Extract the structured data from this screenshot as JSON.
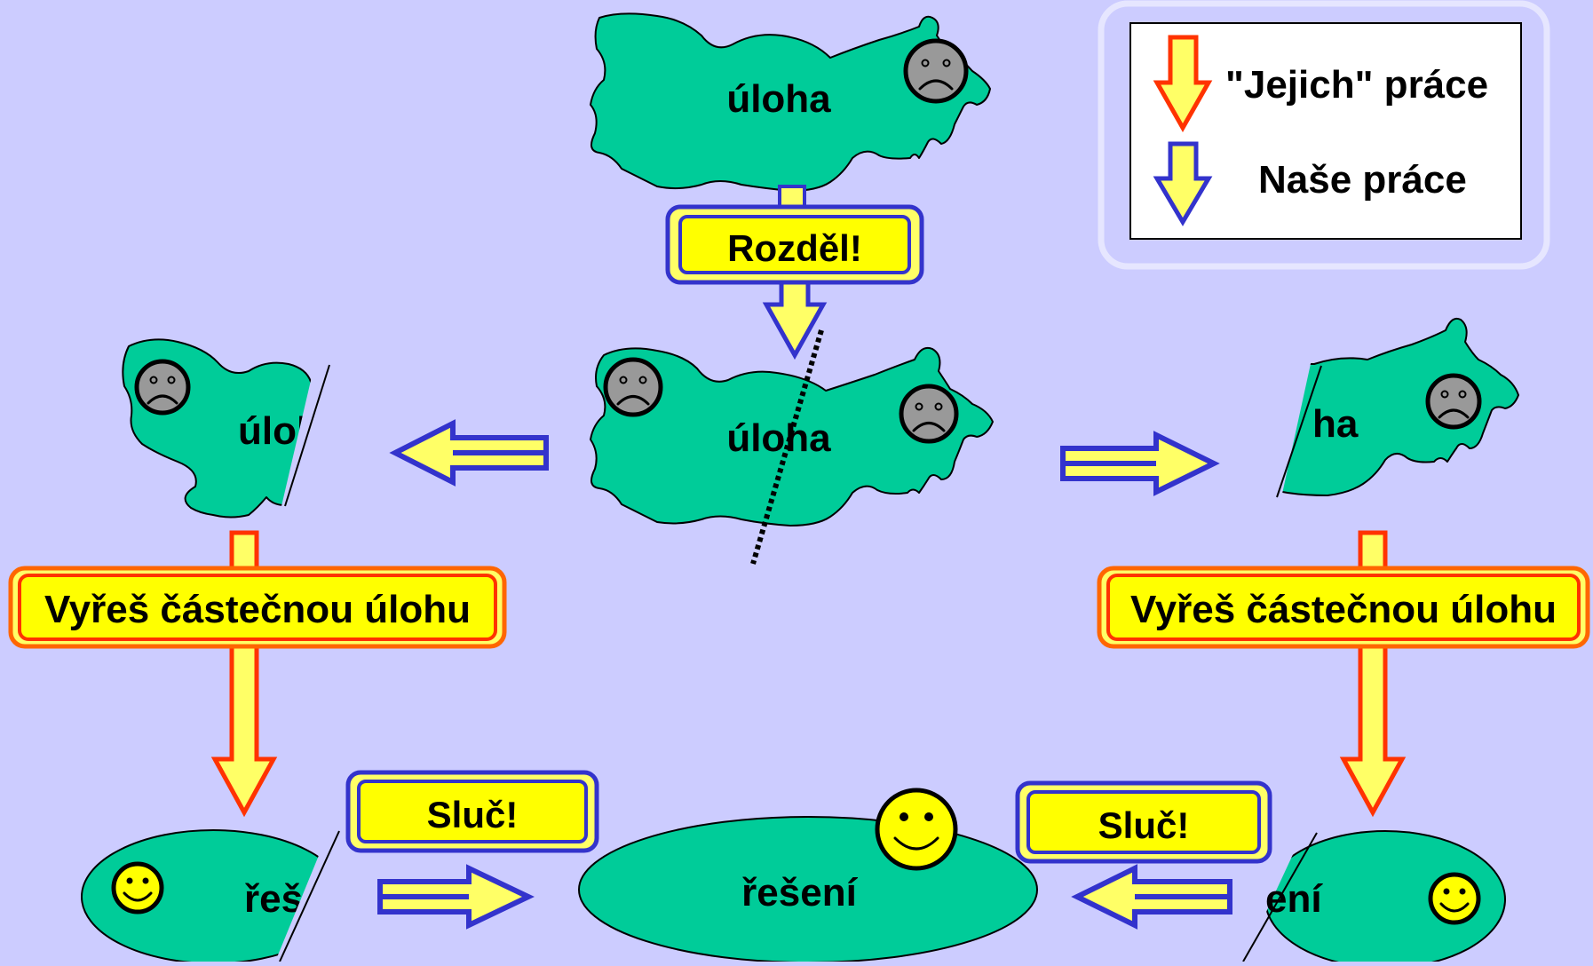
{
  "legend": {
    "their_work_label": "\"Jejich\" práce",
    "our_work_label": "Naše práce"
  },
  "top_task": {
    "label": "úloha"
  },
  "divide_button": {
    "label": "Rozděl!"
  },
  "middle_task": {
    "label": "úloha"
  },
  "left_part": {
    "label": "úloh"
  },
  "right_part": {
    "label": "ha"
  },
  "solve_left": {
    "label": "Vyřeš částečnou úlohu"
  },
  "solve_right": {
    "label": "Vyřeš částečnou úlohu"
  },
  "merge_left": {
    "label": "Sluč!"
  },
  "merge_right": {
    "label": "Sluč!"
  },
  "solution_left": {
    "label": "řeš"
  },
  "solution_center": {
    "label": "řešení"
  },
  "solution_right": {
    "label": "ení"
  },
  "colors": {
    "background": "#CCCCFF",
    "task_fill": "#00CC99",
    "arrow_fill": "#FFFF66",
    "their_outline": "#FF3300",
    "our_outline": "#3333CC",
    "box_fill": "#FFFF00",
    "sad_face": "#999999",
    "happy_face": "#FFFF00"
  }
}
